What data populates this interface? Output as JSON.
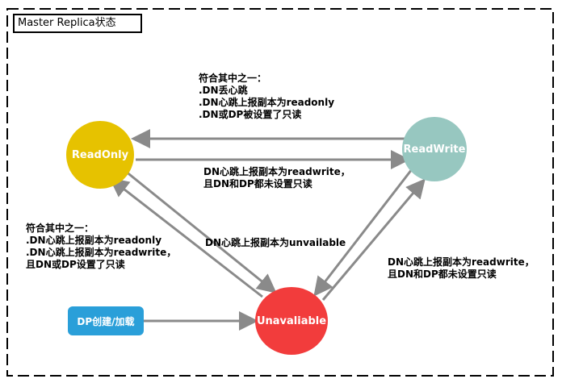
{
  "title": "Master Replica状态",
  "colors": {
    "readonly": "#e6c200",
    "readwrite": "#97c7c0",
    "unavailable": "#f23c3c",
    "dp_box": "#2a9fd9",
    "arrow": "#8a8a8a"
  },
  "nodes": {
    "readonly": "ReadOnly",
    "readwrite": "ReadWrite",
    "unavailable": "Unavaliable",
    "dp_create": "DP创建/加载"
  },
  "labels": {
    "rw_to_ro": [
      "符合其中之一：",
      ".DN丢心跳",
      ".DN心跳上报副本为readonly",
      ".DN或DP被设置了只读"
    ],
    "ro_to_rw": [
      "DN心跳上报副本为readwrite，",
      "且DN和DP都未设置只读"
    ],
    "un_to_ro": [
      "符合其中之一：",
      ".DN心跳上报副本为readonly",
      ".DN心跳上报副本为readwrite，",
      "且DN或DP设置了只读"
    ],
    "to_unavailable": "DN心跳上报副本为unvailable",
    "un_to_rw": [
      "DN心跳上报副本为readwrite，",
      "且DN和DP都未设置只读"
    ]
  }
}
